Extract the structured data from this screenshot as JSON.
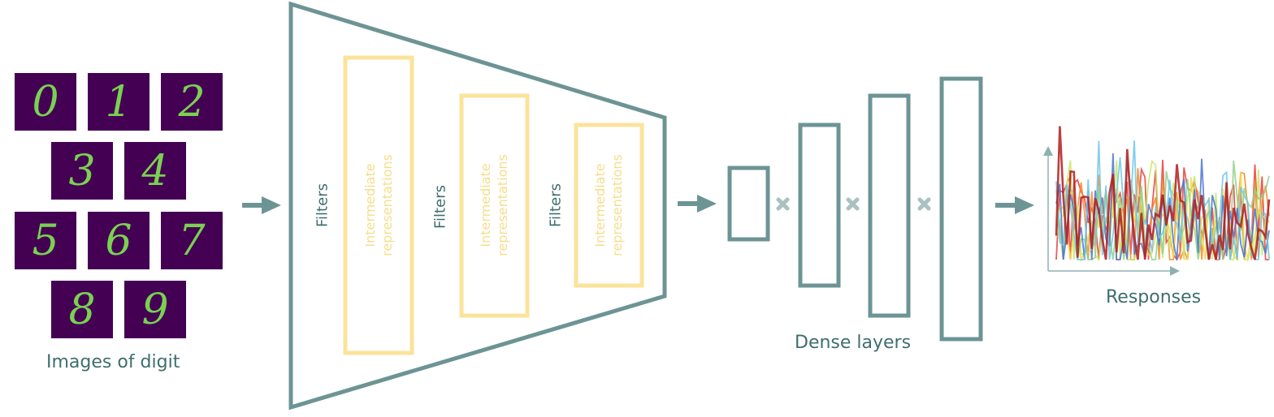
{
  "inputs": {
    "digits": [
      "0",
      "1",
      "2",
      "3",
      "4",
      "5",
      "6",
      "7",
      "8",
      "9"
    ],
    "caption": "Images of digit",
    "tile_bg": "#440154",
    "digit_color": "#7ad151"
  },
  "encoder": {
    "stages": [
      {
        "filter_label": "Filters",
        "rep_line1": "Intermediate",
        "rep_line2": "representations"
      },
      {
        "filter_label": "Filters",
        "rep_line1": "Intermediate",
        "rep_line2": "representations"
      },
      {
        "filter_label": "Filters",
        "rep_line1": "Intermediate",
        "rep_line2": "representations"
      }
    ],
    "rep_color": "#fbe39b"
  },
  "dense": {
    "caption": "Dense layers",
    "layer_count": 4,
    "operator_icon": "times-icon"
  },
  "output": {
    "caption": "Responses"
  },
  "colors": {
    "teal": "#6d9494",
    "text": "#3f6e6e",
    "operator": "#a9c2c0",
    "rep": "#fbe39b",
    "series": [
      "#e8413c",
      "#f28a30",
      "#f5d94a",
      "#c9e86b",
      "#8fd18a",
      "#4a74d1",
      "#6fc7e8",
      "#b11d1d"
    ]
  }
}
